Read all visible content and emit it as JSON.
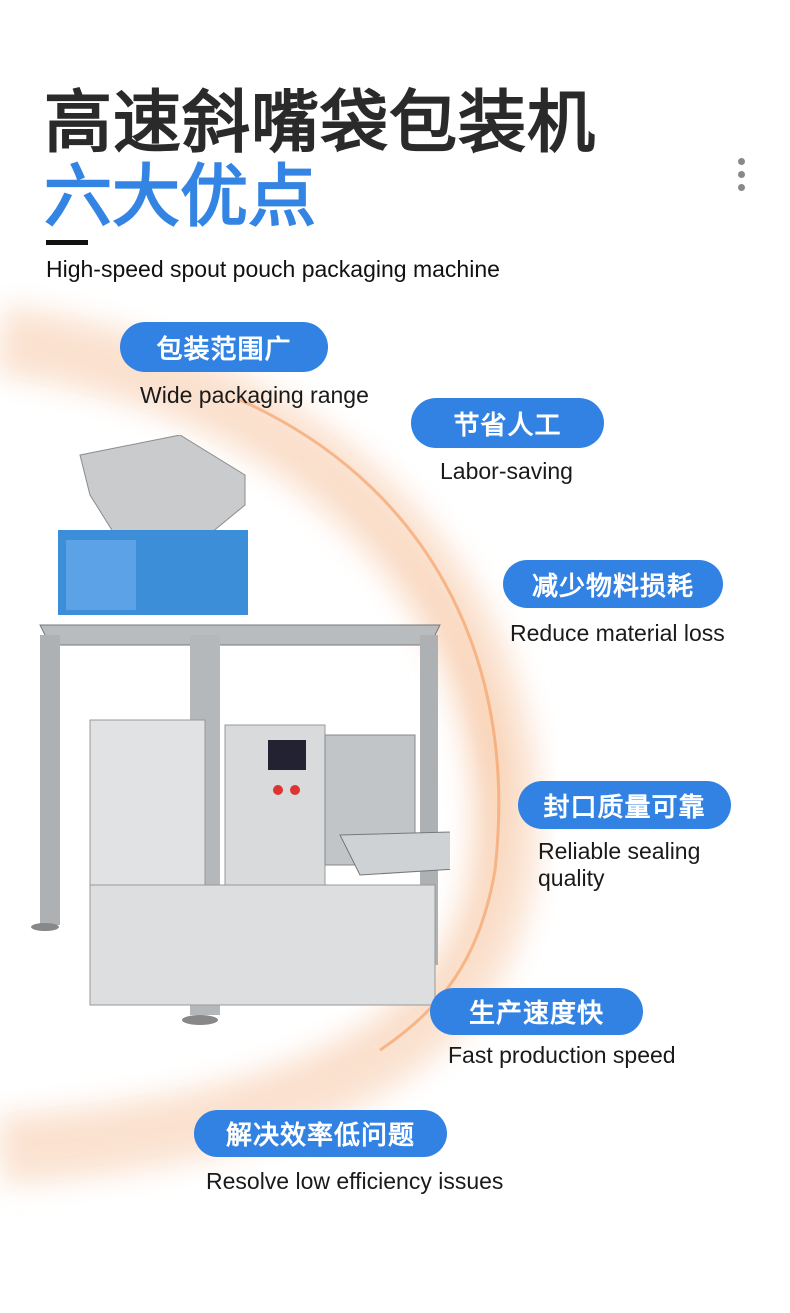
{
  "title": {
    "line1": "高速斜嘴袋包装机",
    "line2": "六大优点",
    "subtitle": "High-speed spout pouch packaging machine"
  },
  "colors": {
    "accent": "#3182e3",
    "title": "#2a2a2a",
    "glow": "#f08a3c"
  },
  "advantages": [
    {
      "label": "包装范围广",
      "caption": "Wide packaging range"
    },
    {
      "label": "节省人工",
      "caption": "Labor-saving"
    },
    {
      "label": "减少物料损耗",
      "caption": "Reduce material loss"
    },
    {
      "label": "封口质量可靠",
      "caption": "Reliable sealing",
      "caption2": "quality"
    },
    {
      "label": "生产速度快",
      "caption": "Fast production speed"
    },
    {
      "label": "解决效率低问题",
      "caption": "Resolve low efficiency issues"
    }
  ]
}
